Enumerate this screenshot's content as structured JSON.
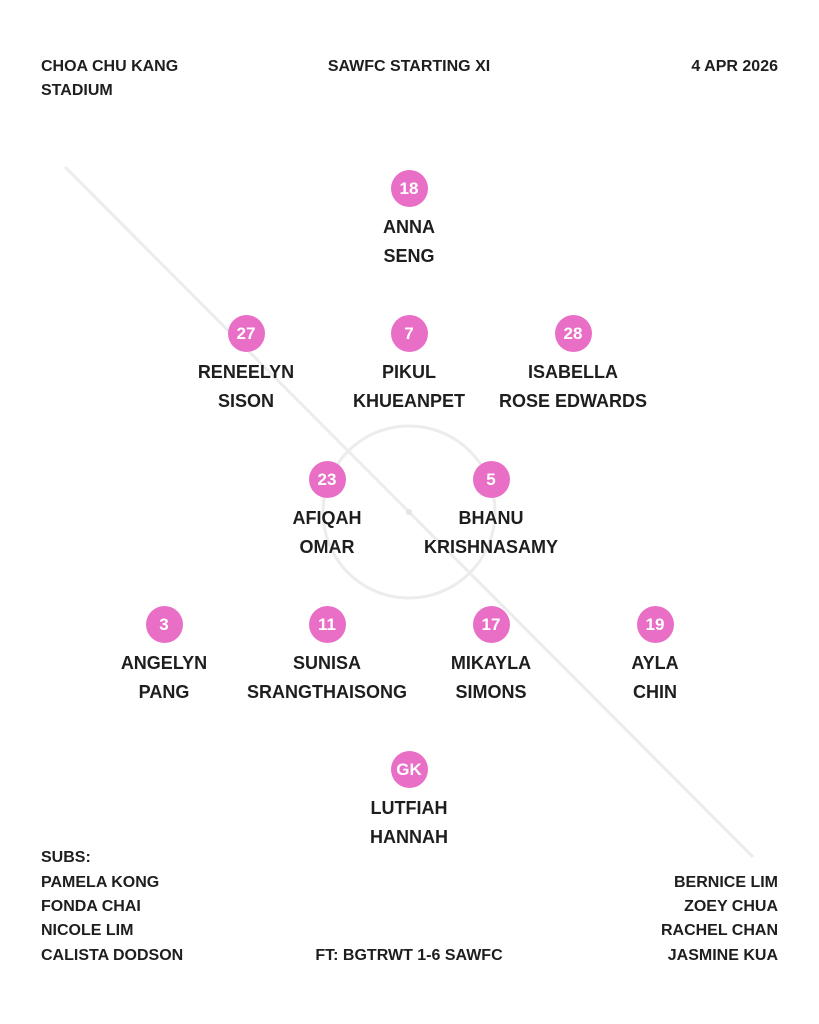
{
  "header": {
    "venue_line1": "CHOA CHU KANG",
    "venue_line2": "STADIUM",
    "title": "SAWFC STARTING XI",
    "date": "4 APR 2026"
  },
  "colors": {
    "accent": "#e96fc6",
    "pitch_lines": "#ececec",
    "text": "#1e1e1e"
  },
  "players": [
    {
      "number": "18",
      "first": "ANNA",
      "last": "SENG"
    },
    {
      "number": "27",
      "first": "RENEELYN",
      "last": "SISON"
    },
    {
      "number": "7",
      "first": "PIKUL",
      "last": "KHUEANPET"
    },
    {
      "number": "28",
      "first": "ISABELLA",
      "last": "ROSE EDWARDS"
    },
    {
      "number": "23",
      "first": "AFIQAH",
      "last": "OMAR"
    },
    {
      "number": "5",
      "first": "BHANU",
      "last": "KRISHNASAMY"
    },
    {
      "number": "3",
      "first": "ANGELYN",
      "last": "PANG"
    },
    {
      "number": "11",
      "first": "SUNISA",
      "last": "SRANGTHAISONG"
    },
    {
      "number": "17",
      "first": "MIKAYLA",
      "last": "SIMONS"
    },
    {
      "number": "19",
      "first": "AYLA",
      "last": "CHIN"
    },
    {
      "number": "GK",
      "first": "LUTFIAH",
      "last": "HANNAH"
    }
  ],
  "subs": {
    "label": "SUBS:",
    "left": [
      "PAMELA KONG",
      "FONDA CHAI",
      "NICOLE LIM",
      "CALISTA DODSON"
    ],
    "right": [
      "BERNICE LIM",
      "ZOEY CHUA",
      "RACHEL CHAN",
      "JASMINE KUA"
    ]
  },
  "result": "FT: BGTRWT 1-6 SAWFC"
}
